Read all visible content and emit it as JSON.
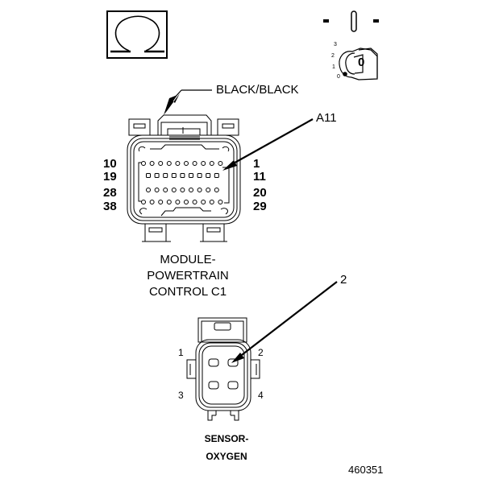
{
  "diagram": {
    "symbols": {
      "ohm_symbol": "Ω",
      "ignition_switch": {
        "indicator_marks": [
          "-",
          "|",
          "-"
        ],
        "key_label": "0",
        "positions": [
          "3",
          "2",
          "1",
          "0"
        ]
      }
    },
    "pcm_connector": {
      "color_callout": "BLACK/BLACK",
      "pin_callout": "A11",
      "left_labels": [
        "10",
        "19",
        "28",
        "38"
      ],
      "right_labels": [
        "1",
        "11",
        "20",
        "29"
      ],
      "rows": [
        {
          "from": 10,
          "to": 1,
          "count": 10
        },
        {
          "from": 19,
          "to": 11,
          "count": 9
        },
        {
          "from": 28,
          "to": 20,
          "count": 9
        },
        {
          "from": 38,
          "to": 29,
          "count": 10
        }
      ],
      "title_lines": [
        "MODULE-",
        "POWERTRAIN",
        "CONTROL C1"
      ]
    },
    "oxygen_sensor_connector": {
      "pin_callout": "2",
      "pin_labels": [
        "1",
        "2",
        "3",
        "4"
      ],
      "title_lines": [
        "SENSOR-",
        "OXYGEN"
      ]
    },
    "figure_number": "460351"
  }
}
